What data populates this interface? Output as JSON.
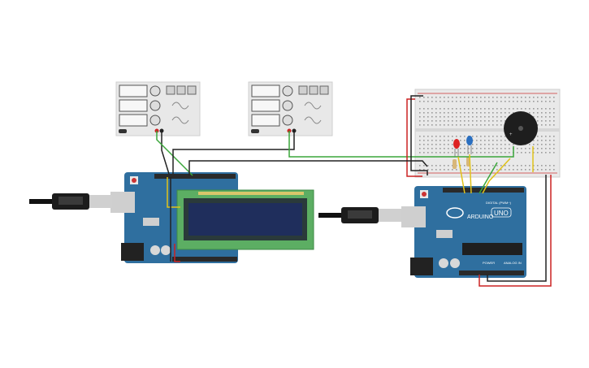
{
  "canvas": {
    "background": "#ffffff"
  },
  "colors": {
    "board": "#2f6f9f",
    "board_dark": "#24597f",
    "header": "#2a2a2a",
    "breadboard": "#e9e9e9",
    "lcd_pcb": "#5cae63",
    "lcd_screen": "#1f2e5c",
    "wire_black": "#222222",
    "wire_red": "#cc2222",
    "wire_green": "#3aa63a",
    "wire_yellow": "#e0c21a",
    "generator_panel": "#e8e8e8"
  },
  "function_generators": [
    {
      "id": "generator-1"
    },
    {
      "id": "generator-2"
    }
  ],
  "arduino_right": {
    "brand": "ARDUINO",
    "model": "UNO",
    "digital_label": "DIGITAL (PWM~)",
    "power_label": "POWER",
    "analog_label": "ANALOG IN"
  },
  "icons": {
    "usb_left": "usb-cable-icon",
    "usb_right": "usb-cable-icon",
    "buzzer": "piezo-buzzer-icon",
    "led_red": "red-led-icon",
    "led_blue": "blue-led-icon"
  }
}
